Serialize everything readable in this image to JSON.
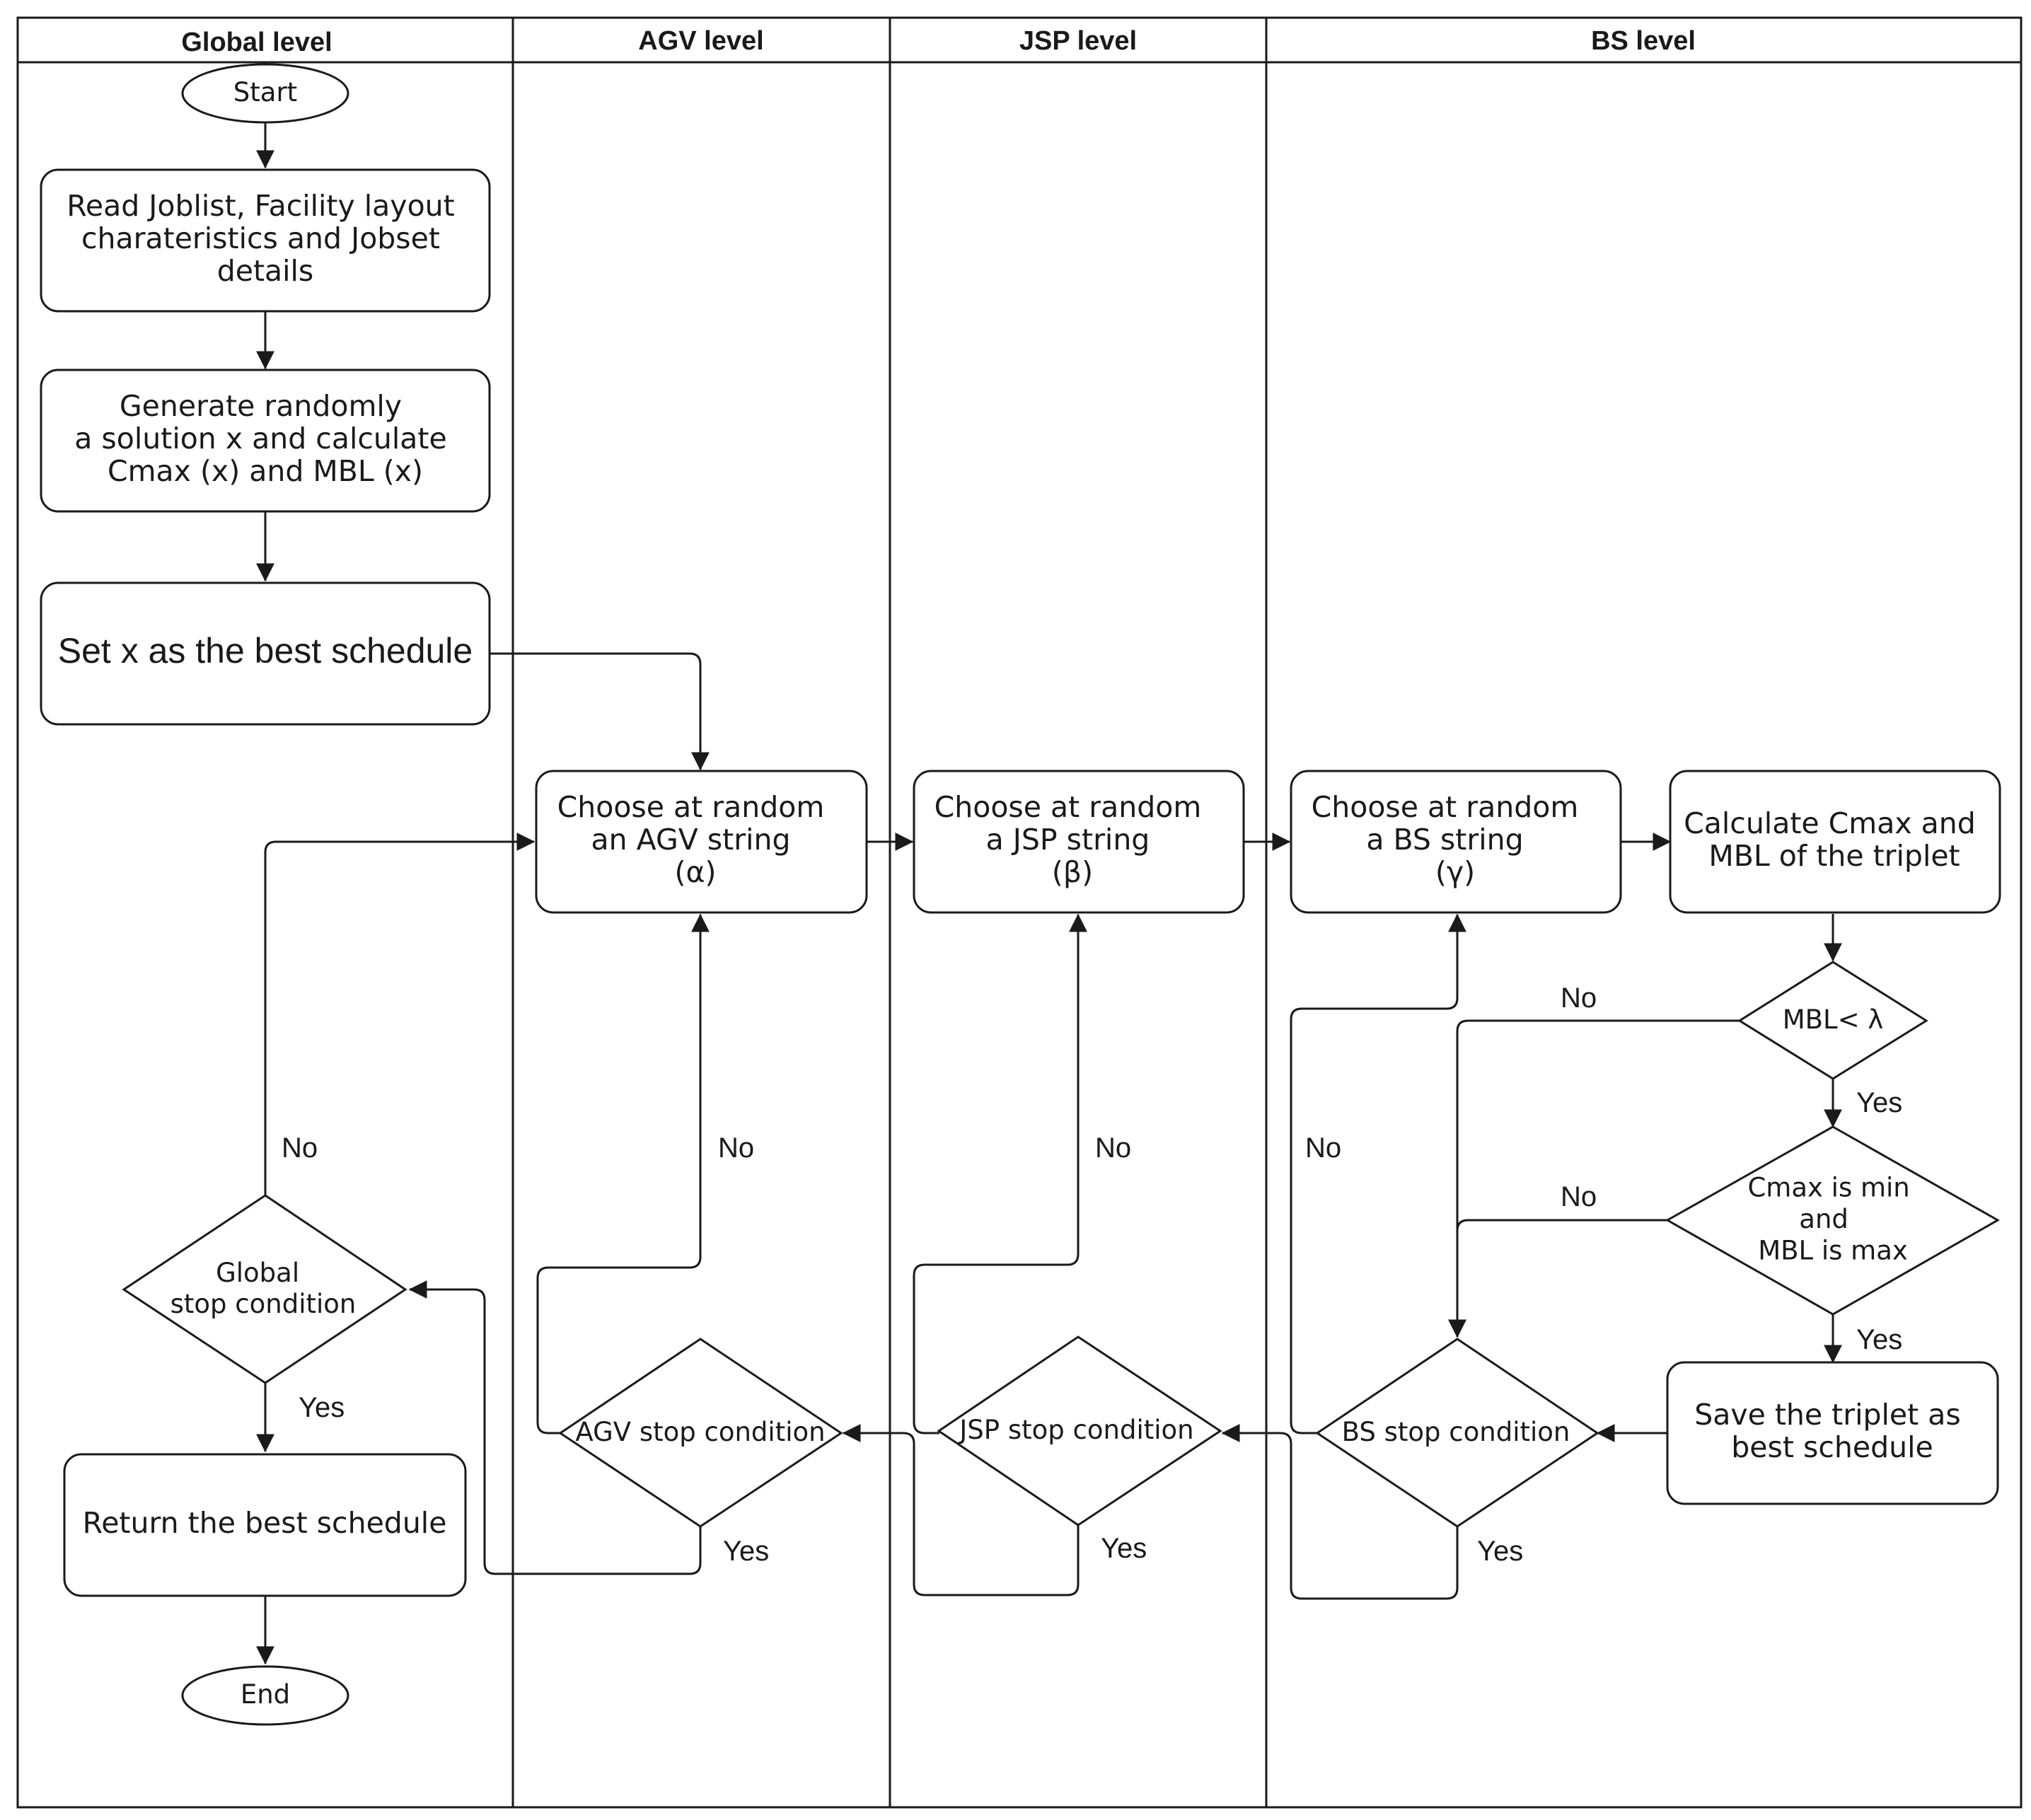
{
  "lanes": {
    "global": "Global level",
    "agv": "AGV level",
    "jsp": "JSP level",
    "bs": "BS level"
  },
  "nodes": {
    "start": [
      "Start"
    ],
    "read": [
      "Read Joblist, Facility layout",
      "charateristics and Jobset",
      "details"
    ],
    "generate": [
      "Generate randomly",
      "a solution x and calculate",
      "Cmax (x) and MBL (x)"
    ],
    "set_best": [
      "Set x as the best schedule"
    ],
    "choose_agv": [
      "Choose at random",
      "an AGV string",
      "(α)"
    ],
    "choose_jsp": [
      "Choose at random",
      "a JSP string",
      "(β)"
    ],
    "choose_bs": [
      "Choose at random",
      "a BS string",
      "(γ)"
    ],
    "calc": [
      "Calculate Cmax and",
      "MBL of the triplet"
    ],
    "mbl_cond": [
      "MBL< λ"
    ],
    "cmax_cond": [
      "Cmax is min",
      "and",
      "MBL is max"
    ],
    "save": [
      "Save the triplet as",
      "best schedule"
    ],
    "bs_stop": [
      "BS stop condition"
    ],
    "jsp_stop": [
      "JSP stop condition"
    ],
    "agv_stop": [
      "AGV stop condition"
    ],
    "global_stop": [
      "Global",
      "stop condition"
    ],
    "return": [
      "Return the best schedule"
    ],
    "end": [
      "End"
    ]
  },
  "edge_labels": {
    "no_global": "No",
    "no_agv": "No",
    "no_jsp": "No",
    "no_bs": "No",
    "no_mbl": "No",
    "no_cmax": "No",
    "yes_mbl": "Yes",
    "yes_cmax": "Yes",
    "yes_global": "Yes",
    "yes_agv": "Yes",
    "yes_jsp": "Yes",
    "yes_bs": "Yes"
  }
}
